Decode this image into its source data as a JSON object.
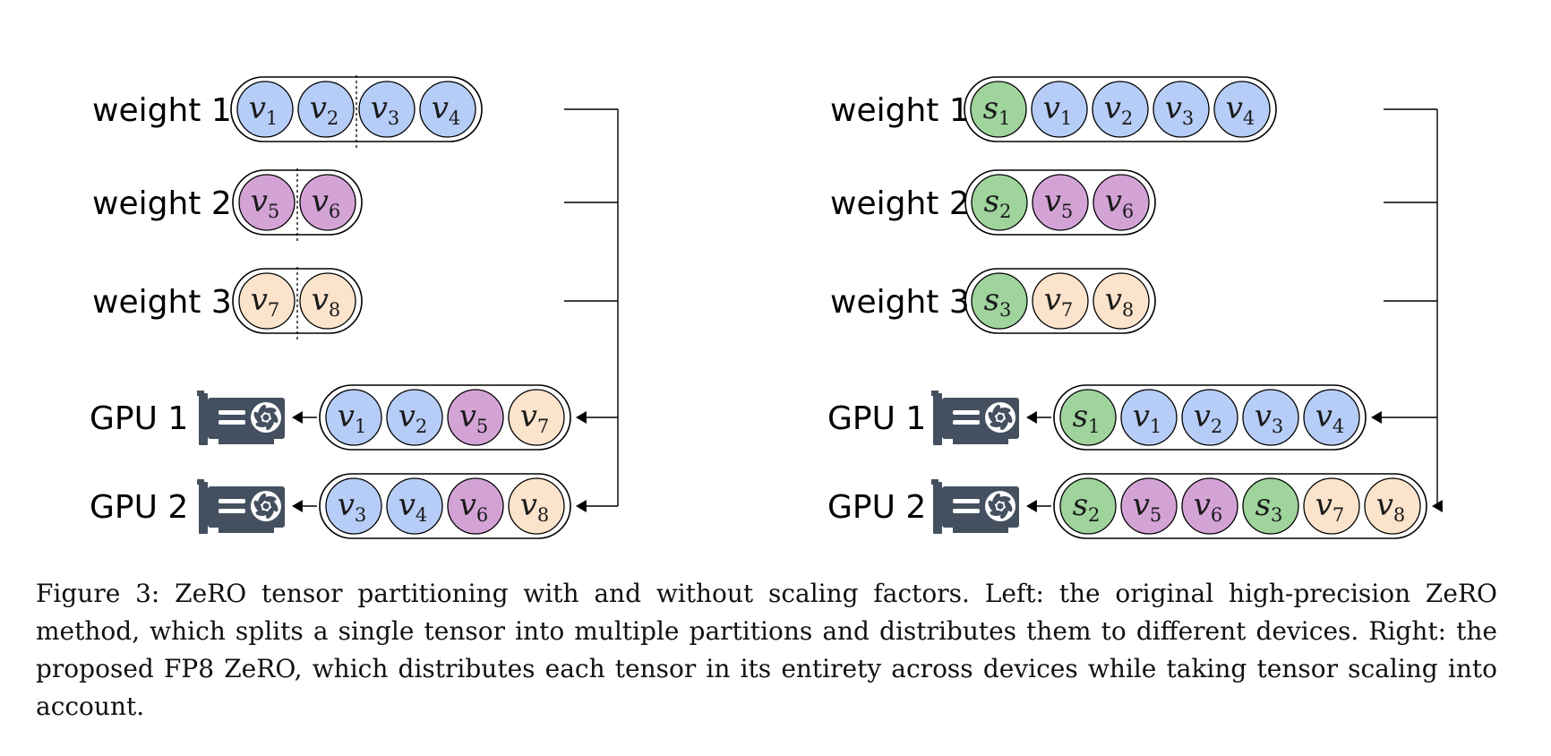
{
  "colors": {
    "blue": "#b6cdf7",
    "purple": "#d4a3d6",
    "peach": "#fbe3cc",
    "green": "#9fd49d",
    "gpu": "#44505f"
  },
  "icons": {
    "gpu": "gpu-card-icon",
    "arrow": "arrowhead-icon"
  },
  "left": {
    "weights": [
      {
        "label": "weight 1",
        "tokens": [
          {
            "b": "v",
            "s": "1",
            "c": "blue"
          },
          {
            "b": "v",
            "s": "2",
            "c": "blue"
          },
          {
            "b": "v",
            "s": "3",
            "c": "blue"
          },
          {
            "b": "v",
            "s": "4",
            "c": "blue"
          }
        ]
      },
      {
        "label": "weight 2",
        "tokens": [
          {
            "b": "v",
            "s": "5",
            "c": "purple"
          },
          {
            "b": "v",
            "s": "6",
            "c": "purple"
          }
        ]
      },
      {
        "label": "weight 3",
        "tokens": [
          {
            "b": "v",
            "s": "7",
            "c": "peach"
          },
          {
            "b": "v",
            "s": "8",
            "c": "peach"
          }
        ]
      }
    ],
    "gpus": [
      {
        "label": "GPU 1",
        "tokens": [
          {
            "b": "v",
            "s": "1",
            "c": "blue"
          },
          {
            "b": "v",
            "s": "2",
            "c": "blue"
          },
          {
            "b": "v",
            "s": "5",
            "c": "purple"
          },
          {
            "b": "v",
            "s": "7",
            "c": "peach"
          }
        ]
      },
      {
        "label": "GPU 2",
        "tokens": [
          {
            "b": "v",
            "s": "3",
            "c": "blue"
          },
          {
            "b": "v",
            "s": "4",
            "c": "blue"
          },
          {
            "b": "v",
            "s": "6",
            "c": "purple"
          },
          {
            "b": "v",
            "s": "8",
            "c": "peach"
          }
        ]
      }
    ]
  },
  "right": {
    "weights": [
      {
        "label": "weight 1",
        "tokens": [
          {
            "b": "s",
            "s": "1",
            "c": "green"
          },
          {
            "b": "v",
            "s": "1",
            "c": "blue"
          },
          {
            "b": "v",
            "s": "2",
            "c": "blue"
          },
          {
            "b": "v",
            "s": "3",
            "c": "blue"
          },
          {
            "b": "v",
            "s": "4",
            "c": "blue"
          }
        ]
      },
      {
        "label": "weight 2",
        "tokens": [
          {
            "b": "s",
            "s": "2",
            "c": "green"
          },
          {
            "b": "v",
            "s": "5",
            "c": "purple"
          },
          {
            "b": "v",
            "s": "6",
            "c": "purple"
          }
        ]
      },
      {
        "label": "weight 3",
        "tokens": [
          {
            "b": "s",
            "s": "3",
            "c": "green"
          },
          {
            "b": "v",
            "s": "7",
            "c": "peach"
          },
          {
            "b": "v",
            "s": "8",
            "c": "peach"
          }
        ]
      }
    ],
    "gpus": [
      {
        "label": "GPU 1",
        "tokens": [
          {
            "b": "s",
            "s": "1",
            "c": "green"
          },
          {
            "b": "v",
            "s": "1",
            "c": "blue"
          },
          {
            "b": "v",
            "s": "2",
            "c": "blue"
          },
          {
            "b": "v",
            "s": "3",
            "c": "blue"
          },
          {
            "b": "v",
            "s": "4",
            "c": "blue"
          }
        ]
      },
      {
        "label": "GPU 2",
        "tokens": [
          {
            "b": "s",
            "s": "2",
            "c": "green"
          },
          {
            "b": "v",
            "s": "5",
            "c": "purple"
          },
          {
            "b": "v",
            "s": "6",
            "c": "purple"
          },
          {
            "b": "s",
            "s": "3",
            "c": "green"
          },
          {
            "b": "v",
            "s": "7",
            "c": "peach"
          },
          {
            "b": "v",
            "s": "8",
            "c": "peach"
          }
        ]
      }
    ]
  },
  "caption": "Figure 3: ZeRO tensor partitioning with and without scaling factors. Left: the original high-precision ZeRO method, which splits a single tensor into multiple partitions and distributes them to different devices. Right: the proposed FP8 ZeRO, which distributes each tensor in its entirety across devices while taking tensor scaling into account."
}
